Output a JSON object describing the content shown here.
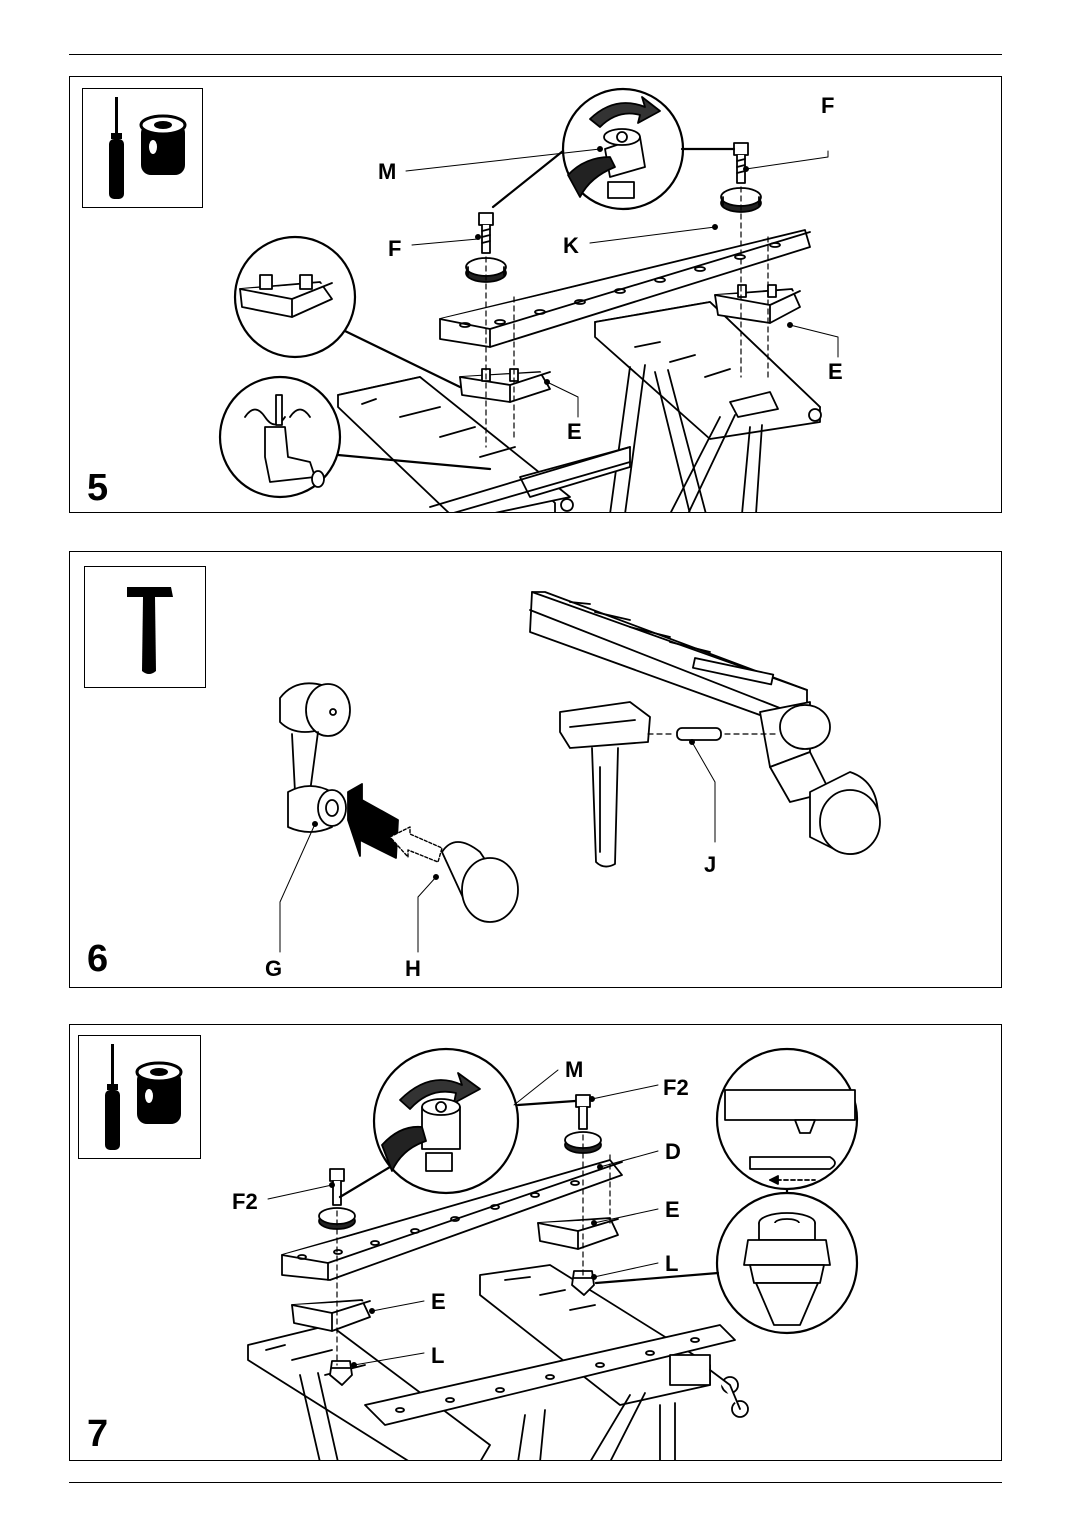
{
  "steps": [
    {
      "number": "5",
      "tools": [
        "screwdriver-icon",
        "wrench-socket-icon"
      ],
      "labels": {
        "F_top": "F",
        "M": "M",
        "F_left": "F",
        "K": "K",
        "E_right": "E",
        "E_left": "E"
      }
    },
    {
      "number": "6",
      "tools": [
        "hammer-icon"
      ],
      "labels": {
        "G": "G",
        "H": "H",
        "J": "J"
      }
    },
    {
      "number": "7",
      "tools": [
        "screwdriver-icon",
        "wrench-socket-icon"
      ],
      "labels": {
        "M": "M",
        "F2_right": "F2",
        "D": "D",
        "F2_left": "F2",
        "E_right": "E",
        "L_right": "L",
        "E_left": "E",
        "L_left": "L"
      }
    }
  ]
}
